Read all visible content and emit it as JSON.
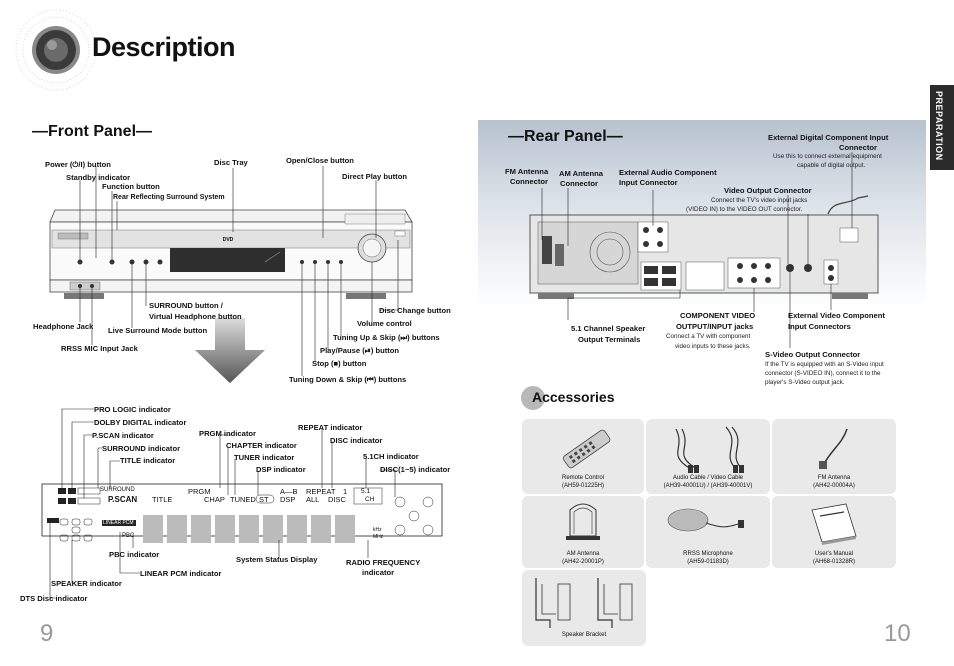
{
  "title": "Description",
  "front_panel": {
    "heading": "—Front Panel—",
    "labels": {
      "power": "Power (⏻/I) button",
      "standby": "Standby indicator",
      "function": "Function button",
      "rear_reflecting": "Rear Reflecting Surround System",
      "disc_tray": "Disc Tray",
      "open_close": "Open/Close button",
      "direct_play": "Direct Play button",
      "disc_change": "Disc Change button",
      "volume": "Volume control",
      "tuning_up": "Tuning Up & Skip (⏭) buttons",
      "play_pause": "Play/Pause (⏯) button",
      "stop": "Stop (■) button",
      "tuning_down": "Tuning Down & Skip (⏮) buttons",
      "surround_btn_1": "SURROUND button /",
      "surround_btn_2": "Virtual Headphone button",
      "live_surround": "Live Surround Mode button",
      "headphone": "Headphone Jack",
      "rrss_mic": "RRSS MIC Input Jack"
    }
  },
  "display": {
    "labels": {
      "pro_logic": "PRO LOGIC indicator",
      "dolby_digital": "DOLBY DIGITAL indicator",
      "pscan": "P.SCAN indicator",
      "surround": "SURROUND indicator",
      "title_ind": "TITLE indicator",
      "prgm": "PRGM indicator",
      "chapter": "CHAPTER indicator",
      "tuner": "TUNER indicator",
      "dsp": "DSP indicator",
      "repeat": "REPEAT indicator",
      "disc": "DISC indicator",
      "ch51": "5.1CH indicator",
      "disc15": "DISC(1~5) indicator",
      "pbc": "PBC indicator",
      "linear_pcm": "LINEAR PCM indicator",
      "system_status": "System Status Display",
      "radio_freq_1": "RADIO FREQUENCY",
      "radio_freq_2": "indicator",
      "speaker": "SPEAKER indicator",
      "dts": "DTS Disc indicator"
    },
    "screen_text": {
      "surround": "SURROUND",
      "pscan": "P.SCAN",
      "title": "TITLE",
      "prgm": "PRGM",
      "chap": "CHAP",
      "tuned": "TUNED",
      "st": "ST",
      "ab": "A—B",
      "repeat": "REPEAT",
      "one": "1",
      "dsp": "DSP",
      "all": "ALL",
      "disc": "DISC",
      "ch_top": "5.1",
      "ch_bot": "CH",
      "linear_pcm": "LINEAR PCM",
      "pbc": "PBC",
      "khz": "kHz",
      "mhz": "MHz"
    }
  },
  "rear_panel": {
    "heading": "—Rear Panel—",
    "labels": {
      "fm_1": "FM Antenna",
      "fm_2": "Connector",
      "am_1": "AM Antenna",
      "am_2": "Connector",
      "ext_audio_1": "External Audio Component",
      "ext_audio_2": "Input Connector",
      "ext_digital_1": "External Digital Component Input",
      "ext_digital_2": "Connector",
      "video_out": "Video Output Connector",
      "speaker_out_1": "5.1 Channel Speaker",
      "speaker_out_2": "Output Terminals",
      "component_1": "COMPONENT VIDEO",
      "component_2": "OUTPUT/INPUT jacks",
      "ext_video_1": "External Video Component",
      "ext_video_2": "Input Connectors",
      "svideo": "S-Video Output Connector"
    },
    "notes": {
      "ext_digital_1": "Use this to connect external equipment",
      "ext_digital_2": "capable of digital output.",
      "video_out_1": "Connect the TV's video input jacks",
      "video_out_2": "(VIDEO IN) to the VIDEO OUT connector.",
      "component_1": "Connect a TV with component",
      "component_2": "video inputs to these jacks.",
      "svideo_1": "If the TV is equipped with an S-Video input",
      "svideo_2": "connector (S-VIDEO IN), connect it to the",
      "svideo_3": "player's S-Video output jack."
    }
  },
  "accessories": {
    "heading": "Accessories",
    "items": [
      {
        "name": "Remote Control",
        "code": "(AH59-01225H)"
      },
      {
        "name": "Audio Cable / Video Cable",
        "code": "(AH39-40001U) / (AH39-40001V)"
      },
      {
        "name": "FM Antenna",
        "code": "(AH42-00004A)"
      },
      {
        "name": "AM Antenna",
        "code": "(AH42-20001P)"
      },
      {
        "name": "RRSS Microphone",
        "code": "(AH59-01183D)"
      },
      {
        "name": "User's Manual",
        "code": "(AH68-01328R)"
      },
      {
        "name": "Speaker Bracket",
        "code": ""
      }
    ]
  },
  "side_tab": "PREPARATION",
  "page_left": "9",
  "page_right": "10",
  "colors": {
    "accent_gray": "#2b2b2b",
    "page_number": "#999999",
    "acc_bg": "#e9e9e9",
    "sky": "#c9d2dc"
  }
}
